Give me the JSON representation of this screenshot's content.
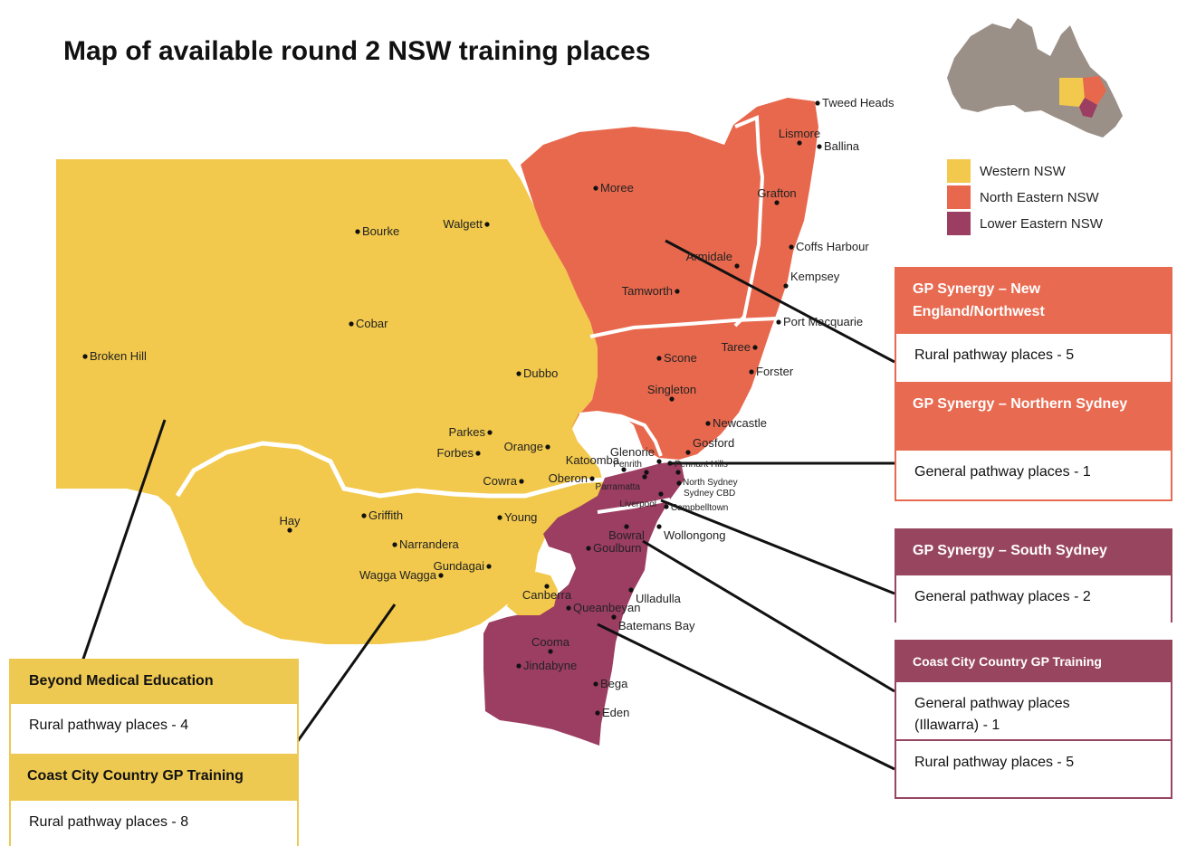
{
  "title": "Map of available round 2 NSW training places",
  "colors": {
    "western": "#f2c94c",
    "north_eastern": "#e8684d",
    "lower_eastern": "#9c3d62",
    "australia_grey": "#9b9088"
  },
  "legend": [
    {
      "label": "Western NSW",
      "color": "#f2c94c"
    },
    {
      "label": "North Eastern NSW",
      "color": "#e8684d"
    },
    {
      "label": "Lower Eastern NSW",
      "color": "#9c3d62"
    }
  ],
  "places": [
    {
      "name": "Tweed Heads"
    },
    {
      "name": "Lismore"
    },
    {
      "name": "Ballina"
    },
    {
      "name": "Moree"
    },
    {
      "name": "Grafton"
    },
    {
      "name": "Walgett"
    },
    {
      "name": "Bourke"
    },
    {
      "name": "Coffs Harbour"
    },
    {
      "name": "Armidale"
    },
    {
      "name": "Tamworth"
    },
    {
      "name": "Kempsey"
    },
    {
      "name": "Cobar"
    },
    {
      "name": "Port Macquarie"
    },
    {
      "name": "Broken Hill"
    },
    {
      "name": "Taree"
    },
    {
      "name": "Scone"
    },
    {
      "name": "Dubbo"
    },
    {
      "name": "Forster"
    },
    {
      "name": "Singleton"
    },
    {
      "name": "Newcastle"
    },
    {
      "name": "Parkes"
    },
    {
      "name": "Gosford"
    },
    {
      "name": "Orange"
    },
    {
      "name": "Forbes"
    },
    {
      "name": "Glenorie"
    },
    {
      "name": "Pennant Hills"
    },
    {
      "name": "Katoomba"
    },
    {
      "name": "Penrith"
    },
    {
      "name": "North Sydney"
    },
    {
      "name": "Oberon"
    },
    {
      "name": "Cowra"
    },
    {
      "name": "Parramatta"
    },
    {
      "name": "Sydney CBD"
    },
    {
      "name": "Liverpool"
    },
    {
      "name": "Campbelltown"
    },
    {
      "name": "Hay"
    },
    {
      "name": "Griffith"
    },
    {
      "name": "Young"
    },
    {
      "name": "Bowral"
    },
    {
      "name": "Wollongong"
    },
    {
      "name": "Narrandera"
    },
    {
      "name": "Goulburn"
    },
    {
      "name": "Gundagai"
    },
    {
      "name": "Wagga Wagga"
    },
    {
      "name": "Ulladulla"
    },
    {
      "name": "Canberra"
    },
    {
      "name": "Queanbeyan"
    },
    {
      "name": "Batemans Bay"
    },
    {
      "name": "Cooma"
    },
    {
      "name": "Jindabyne"
    },
    {
      "name": "Bega"
    },
    {
      "name": "Eden"
    }
  ],
  "boxes": {
    "gps_ne": {
      "title": "GP Synergy – New England/Northwest",
      "body": "Rural pathway places - 5"
    },
    "gps_ns": {
      "title": "GP Synergy – Northern Sydney",
      "body": "General pathway places - 1"
    },
    "gps_ss": {
      "title": "GP Synergy – South Sydney",
      "body": "General pathway places - 2"
    },
    "cccgp_east": {
      "title": "Coast City Country GP Training",
      "body1": "General pathway places (Illawarra) - 1",
      "body2": "Rural pathway places - 5"
    },
    "bme": {
      "title": "Beyond Medical Education",
      "body": "Rural pathway places - 4"
    },
    "cccgp_west": {
      "title": "Coast City Country GP Training",
      "body": "Rural pathway places - 8"
    }
  }
}
